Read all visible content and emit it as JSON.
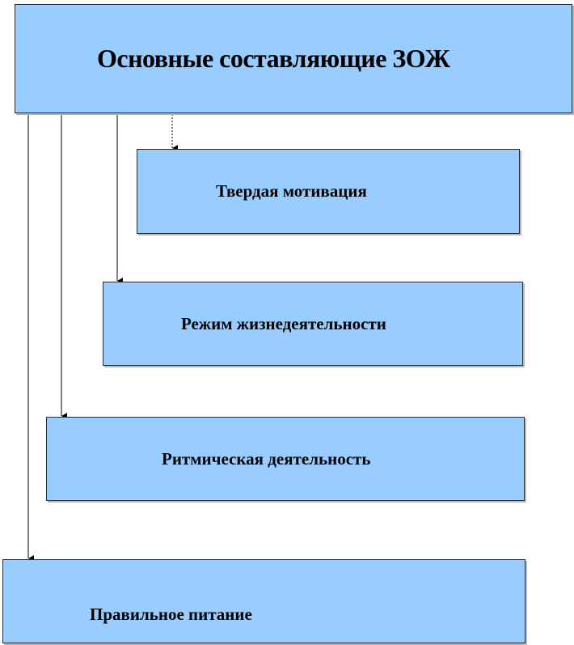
{
  "diagram": {
    "title": "Основные составляющие ЗОЖ",
    "items": [
      {
        "label": "Твердая мотивация"
      },
      {
        "label": "Режим жизнедеятельности"
      },
      {
        "label": "Ритмическая деятельность"
      },
      {
        "label": "Правильное питание"
      }
    ],
    "colors": {
      "box_fill": "#99ccff",
      "box_border": "#2b2b2b",
      "line": "#000000"
    }
  }
}
